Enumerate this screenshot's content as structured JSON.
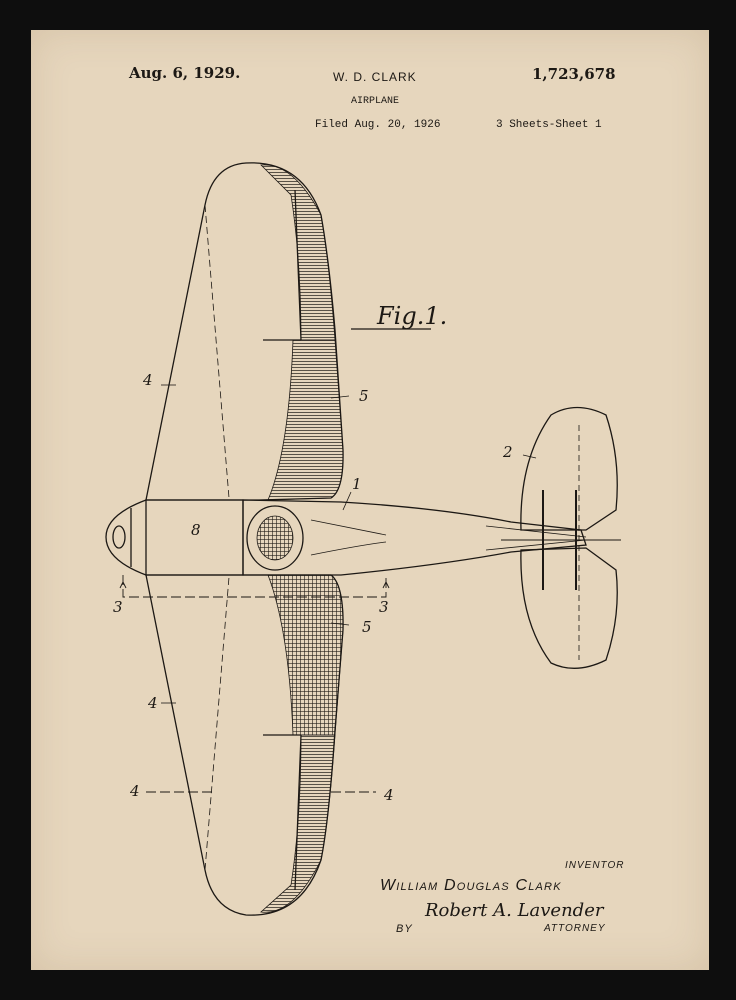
{
  "header": {
    "date": "Aug. 6, 1929.",
    "inventor_short": "W. D. CLARK",
    "patent_number": "1,723,678",
    "title": "AIRPLANE",
    "filed": "Filed Aug. 20, 1926",
    "sheets": "3 Sheets-Sheet  1"
  },
  "figure": {
    "label": "Fig.1.",
    "reference_numerals": [
      "1",
      "2",
      "3",
      "3",
      "4",
      "4",
      "4",
      "4",
      "5",
      "5",
      "8"
    ]
  },
  "footer": {
    "inventor_label": "INVENTOR",
    "inventor_name": "William Douglas Clark",
    "by_label": "BY",
    "signature": "Robert A. Lavender",
    "attorney_label": "ATTORNEY"
  },
  "colors": {
    "paper": "#e6d6bd",
    "ink": "#1c1814",
    "frame": "#0e0e0e"
  }
}
